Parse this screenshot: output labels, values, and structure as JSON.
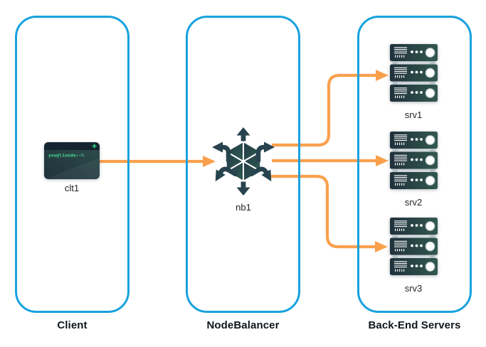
{
  "diagram": {
    "type": "architecture-flow",
    "groups": [
      {
        "id": "client",
        "label": "Client",
        "nodes": [
          {
            "id": "clt1",
            "label": "clt1",
            "icon": "terminal-icon",
            "terminal_prompt": "you@linode:~%"
          }
        ]
      },
      {
        "id": "nodebalancer",
        "label": "NodeBalancer",
        "nodes": [
          {
            "id": "nb1",
            "label": "nb1",
            "icon": "nodebalancer-icon"
          }
        ]
      },
      {
        "id": "backend",
        "label": "Back-End Servers",
        "nodes": [
          {
            "id": "srv1",
            "label": "srv1",
            "icon": "server-stack-icon"
          },
          {
            "id": "srv2",
            "label": "srv2",
            "icon": "server-stack-icon"
          },
          {
            "id": "srv3",
            "label": "srv3",
            "icon": "server-stack-icon"
          }
        ]
      }
    ],
    "edges": [
      {
        "from": "clt1",
        "to": "nb1"
      },
      {
        "from": "nb1",
        "to": "srv1"
      },
      {
        "from": "nb1",
        "to": "srv2"
      },
      {
        "from": "nb1",
        "to": "srv3"
      }
    ],
    "colors": {
      "group_border_blue": "#18A2DE",
      "arrow_orange": "#F9A04D",
      "node_dark": "#22343F",
      "node_teal": "#2F564E",
      "terminal_green": "#2BD47A",
      "separator_gray": "#CFD8DC",
      "background": "#FFFFFF"
    }
  }
}
